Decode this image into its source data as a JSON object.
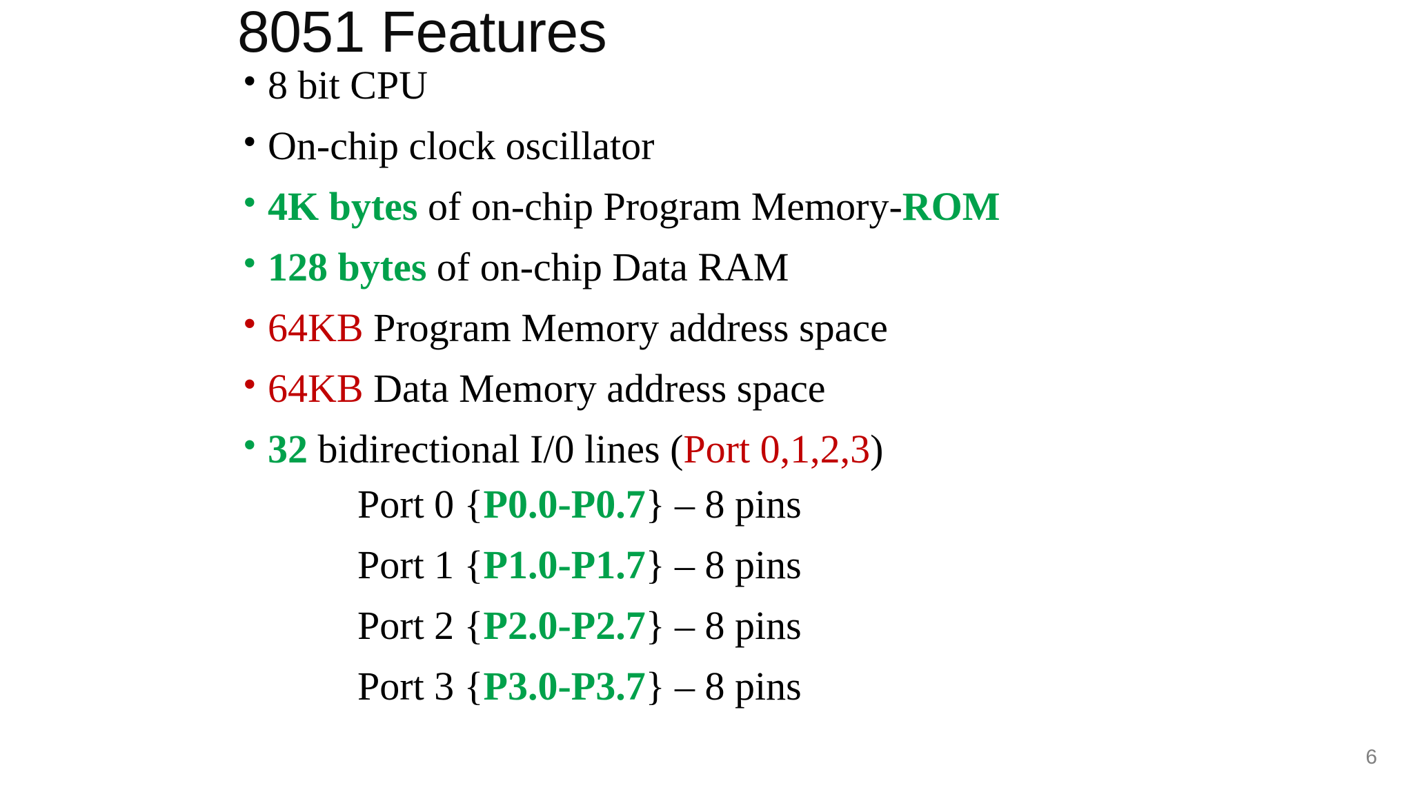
{
  "slide": {
    "title": "8051 Features",
    "page_number": "6",
    "colors": {
      "green": "#00a14b",
      "red": "#c00000",
      "black": "#000000",
      "title": "#0d0d0d",
      "page_number": "#808080",
      "background": "#ffffff"
    },
    "bullets": [
      {
        "bullet_char": "•",
        "bullet_color": "black",
        "segments": [
          {
            "text": "8 bit CPU",
            "style": "black"
          }
        ]
      },
      {
        "bullet_char": "•",
        "bullet_color": "black",
        "segments": [
          {
            "text": "On-chip clock oscillator",
            "style": "black"
          }
        ]
      },
      {
        "bullet_char": "•",
        "bullet_color": "green",
        "segments": [
          {
            "text": "4K bytes",
            "style": "green-bold"
          },
          {
            "text": " of on-chip Program Memory-",
            "style": "black"
          },
          {
            "text": "ROM",
            "style": "green-bold"
          }
        ]
      },
      {
        "bullet_char": "•",
        "bullet_color": "green",
        "segments": [
          {
            "text": "128 bytes",
            "style": "green-bold"
          },
          {
            "text": " of on-chip Data RAM",
            "style": "black"
          }
        ]
      },
      {
        "bullet_char": "•",
        "bullet_color": "red",
        "segments": [
          {
            "text": "64KB",
            "style": "red"
          },
          {
            "text": " Program Memory address space",
            "style": "black"
          }
        ]
      },
      {
        "bullet_char": "•",
        "bullet_color": "red",
        "segments": [
          {
            "text": "64KB",
            "style": "red"
          },
          {
            "text": " Data Memory address space",
            "style": "black"
          }
        ]
      },
      {
        "bullet_char": "•",
        "bullet_color": "green",
        "segments": [
          {
            "text": "32",
            "style": "green-bold"
          },
          {
            "text": " bidirectional I/0 lines (",
            "style": "black"
          },
          {
            "text": "Port 0,1,2,3",
            "style": "red"
          },
          {
            "text": ")",
            "style": "black"
          }
        ]
      }
    ],
    "port_lines": [
      {
        "segments": [
          {
            "text": "Port 0 { ",
            "style": "black"
          },
          {
            "text": "P0.0-P0.7",
            "style": "green-bold"
          },
          {
            "text": " } – 8 pins",
            "style": "black"
          }
        ]
      },
      {
        "segments": [
          {
            "text": "Port 1 { ",
            "style": "black"
          },
          {
            "text": "P1.0-P1.7",
            "style": "green-bold"
          },
          {
            "text": " } – 8 pins",
            "style": "black"
          }
        ]
      },
      {
        "segments": [
          {
            "text": "Port 2 { ",
            "style": "black"
          },
          {
            "text": "P2.0-P2.7",
            "style": "green-bold"
          },
          {
            "text": " } – 8 pins",
            "style": "black"
          }
        ]
      },
      {
        "segments": [
          {
            "text": "Port 3 { ",
            "style": "black"
          },
          {
            "text": "P3.0-P3.7",
            "style": "green-bold"
          },
          {
            "text": " } – 8 pins",
            "style": "black"
          }
        ]
      }
    ]
  }
}
